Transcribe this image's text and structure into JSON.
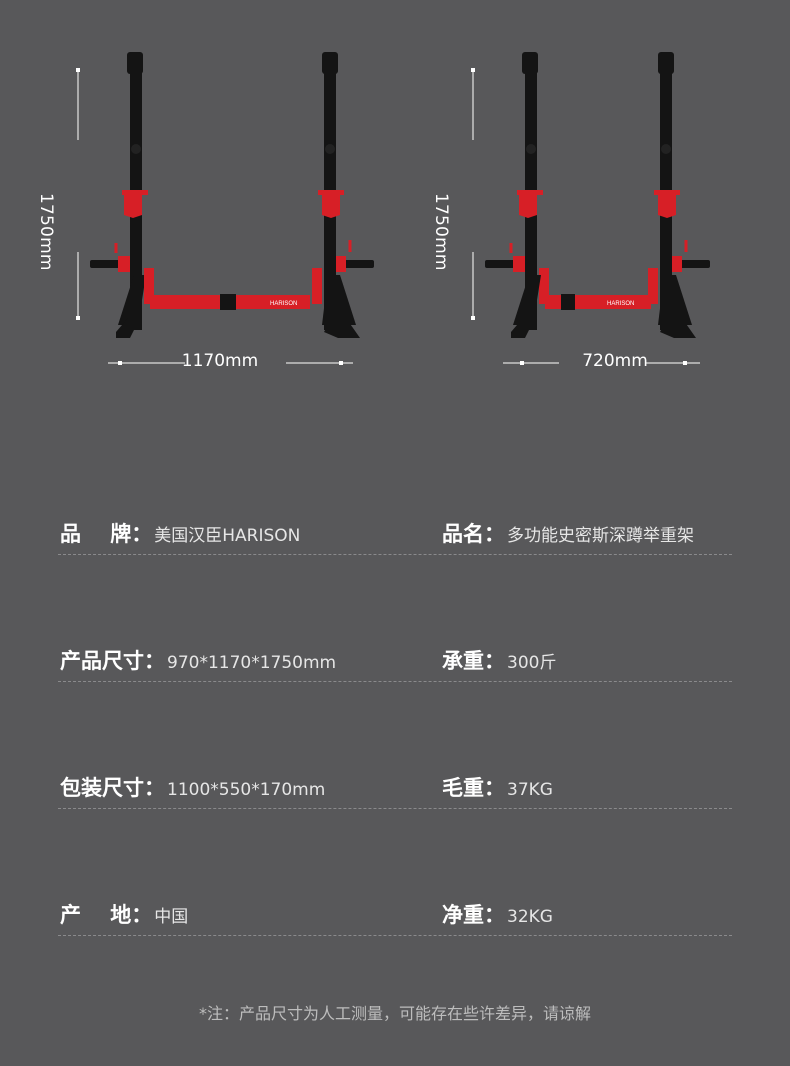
{
  "figures": [
    {
      "height_label": "1750mm",
      "width_label": "1170mm",
      "view": "front"
    },
    {
      "height_label": "1750mm",
      "width_label": "720mm",
      "view": "narrow"
    }
  ],
  "brand_text": "HARISON",
  "specs": [
    {
      "left_label": "品    牌：",
      "left_value": "美国汉臣HARISON",
      "right_label": "品名：",
      "right_value": "多功能史密斯深蹲举重架"
    },
    {
      "left_label": "产品尺寸：",
      "left_value": "970*1170*1750mm",
      "right_label": "承重：",
      "right_value": "300斤"
    },
    {
      "left_label": "包装尺寸：",
      "left_value": "1100*550*170mm",
      "right_label": "毛重：",
      "right_value": "37KG"
    },
    {
      "left_label": "产    地：",
      "left_value": "中国",
      "right_label": "净重：",
      "right_value": "32KG"
    }
  ],
  "note": "*注：产品尺寸为人工测量，可能存在些许差异，请谅解",
  "colors": {
    "background": "#58585a",
    "rack_black": "#141414",
    "rack_red": "#d71f26"
  }
}
